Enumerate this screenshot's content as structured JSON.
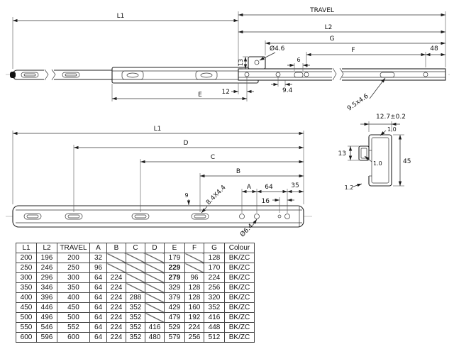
{
  "top_view": {
    "l1": "L1",
    "travel": "TRAVEL",
    "l2": "L2",
    "g": "G",
    "f": "F",
    "dim_48": "48",
    "dim_13": "13",
    "hole_dia": "Ø4.6",
    "dim_6": "6",
    "dim_12": "12",
    "dim_9_4": "9.4",
    "e": "E",
    "slot_size": "9.5x4.6"
  },
  "closed_view": {
    "l1": "L1",
    "d": "D",
    "c": "C",
    "b": "B",
    "a": "A",
    "dim_64": "64",
    "dim_35": "35",
    "dim_16": "16",
    "dim_9": "9",
    "slot_size": "8.4X4.4",
    "hole_dia": "Ø6.4"
  },
  "section_view": {
    "width": "12.7±0.2",
    "thickness_top": "1.0",
    "dim_13": "13",
    "thickness_mid": "1.0",
    "height": "45",
    "thickness_bottom": "1.2"
  },
  "table": {
    "headers": [
      "L1",
      "L2",
      "TRAVEL",
      "A",
      "B",
      "C",
      "D",
      "E",
      "F",
      "G",
      "Colour"
    ],
    "rows": [
      [
        "200",
        "196",
        "200",
        "32",
        null,
        null,
        null,
        "179",
        null,
        "128",
        "BK/ZC"
      ],
      [
        "250",
        "246",
        "250",
        "96",
        null,
        null,
        null,
        {
          "v": "229",
          "bold": true
        },
        null,
        "170",
        "BK/ZC"
      ],
      [
        "300",
        "296",
        "300",
        "64",
        "224",
        null,
        null,
        {
          "v": "279",
          "bold": true
        },
        "96",
        "224",
        "BK/ZC"
      ],
      [
        "350",
        "346",
        "350",
        "64",
        "224",
        null,
        null,
        "329",
        "128",
        "256",
        "BK/ZC"
      ],
      [
        "400",
        "396",
        "400",
        "64",
        "224",
        "288",
        null,
        "379",
        "128",
        "320",
        "BK/ZC"
      ],
      [
        "450",
        "446",
        "450",
        "64",
        "224",
        "352",
        null,
        "429",
        "160",
        "352",
        "BK/ZC"
      ],
      [
        "500",
        "496",
        "500",
        "64",
        "224",
        "352",
        null,
        "479",
        "192",
        "416",
        "BK/ZC"
      ],
      [
        "550",
        "546",
        "552",
        "64",
        "224",
        "352",
        "416",
        "529",
        "224",
        "448",
        "BK/ZC"
      ],
      [
        "600",
        "596",
        "600",
        "64",
        "224",
        "352",
        "480",
        "579",
        "256",
        "512",
        "BK/ZC"
      ]
    ]
  }
}
